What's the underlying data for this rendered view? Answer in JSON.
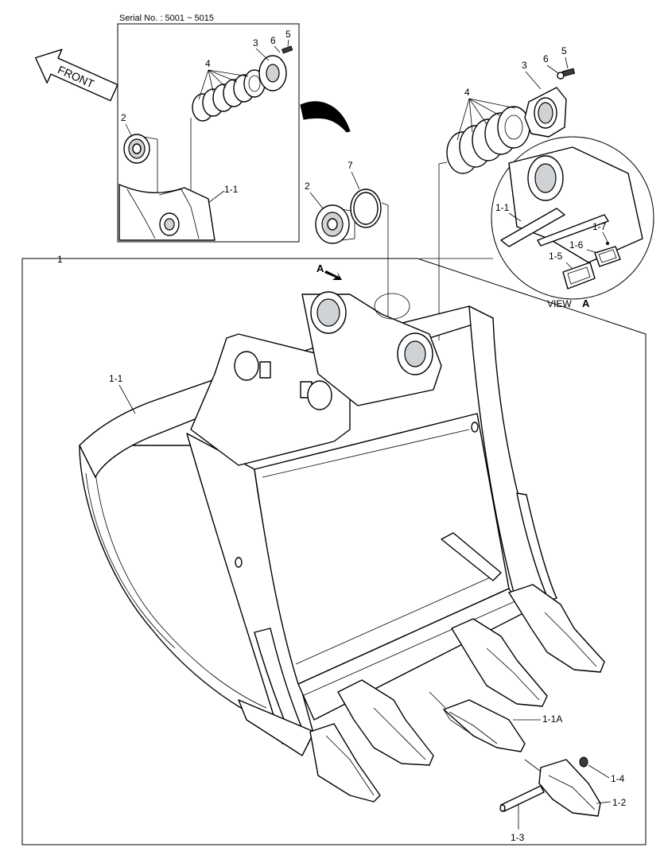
{
  "serial_note": "Serial No. : 5001 ~ 5015",
  "front_arrow": "FRONT",
  "view_label": "VIEW",
  "view_letter": "A",
  "arrow_letter": "A",
  "callouts": {
    "main_bucket": "1",
    "bucket_body_left": "1-1",
    "inset_body": "1-1",
    "view_body": "1-1",
    "adapter": "1-1A",
    "tooth": "1-2",
    "pin": "1-3",
    "lock": "1-4",
    "shim_a": "1-5",
    "shim_b": "1-6",
    "shim_c": "1-7",
    "bushing_inset": "2",
    "bushing_main": "2",
    "cover_inset": "3",
    "cover_main": "3",
    "shims_inset": "4",
    "shims_main": "4",
    "bolt_inset": "5",
    "bolt_main": "5",
    "washer_inset": "6",
    "washer_main": "6",
    "oring": "7"
  }
}
